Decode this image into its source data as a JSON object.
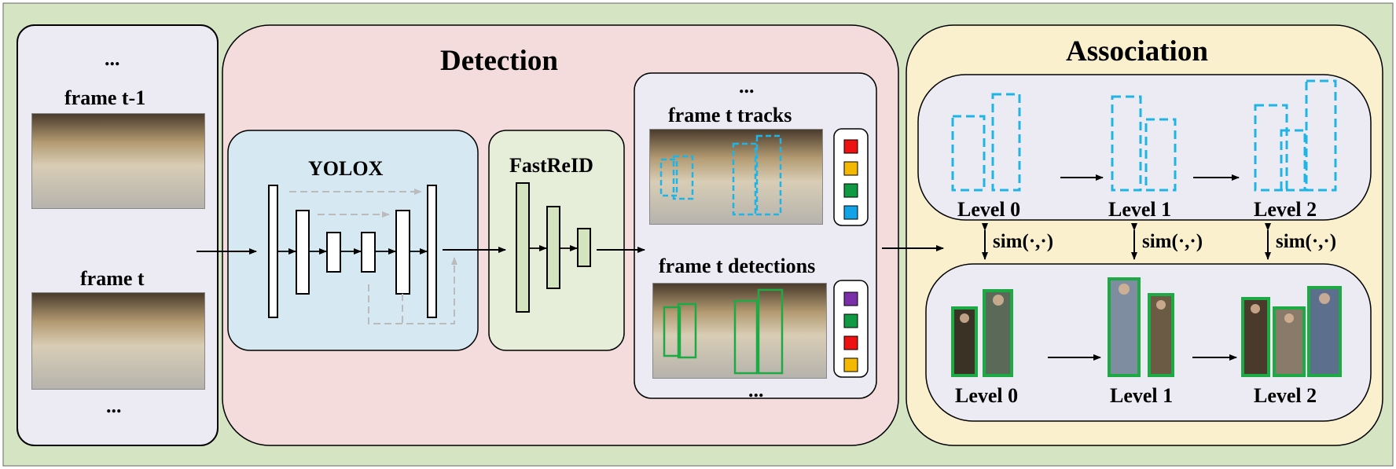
{
  "frames_panel": {
    "ellipsis_top": "...",
    "frame_prev_label": "frame t-1",
    "frame_curr_label": "frame t",
    "ellipsis_bottom": "..."
  },
  "detection": {
    "title": "Detection",
    "yolox_label": "YOLOX",
    "fastreid_label": "FastReID",
    "ellipsis_top": "...",
    "tracks_label": "frame t tracks",
    "detections_label": "frame t detections",
    "ellipsis_bottom": "...",
    "track_colors": [
      "#ee1111",
      "#f5b800",
      "#119944",
      "#11a3e6"
    ],
    "detection_colors": [
      "#7a2ea8",
      "#119944",
      "#ee1111",
      "#f5b800"
    ]
  },
  "association": {
    "title": "Association",
    "levels": [
      "Level 0",
      "Level 1",
      "Level 2"
    ],
    "sim_label": "sim(·,·)"
  },
  "colors": {
    "outer_bg": "#d5e4c3",
    "frames_bg": "#ecebf3",
    "detection_bg": "#f3dcdb",
    "yolox_bg": "#d6e9f2",
    "fastreid_bg": "#e6eed9",
    "association_bg": "#fbf0cd",
    "track_box": "#1fb4e6",
    "det_box": "#1daa44"
  }
}
